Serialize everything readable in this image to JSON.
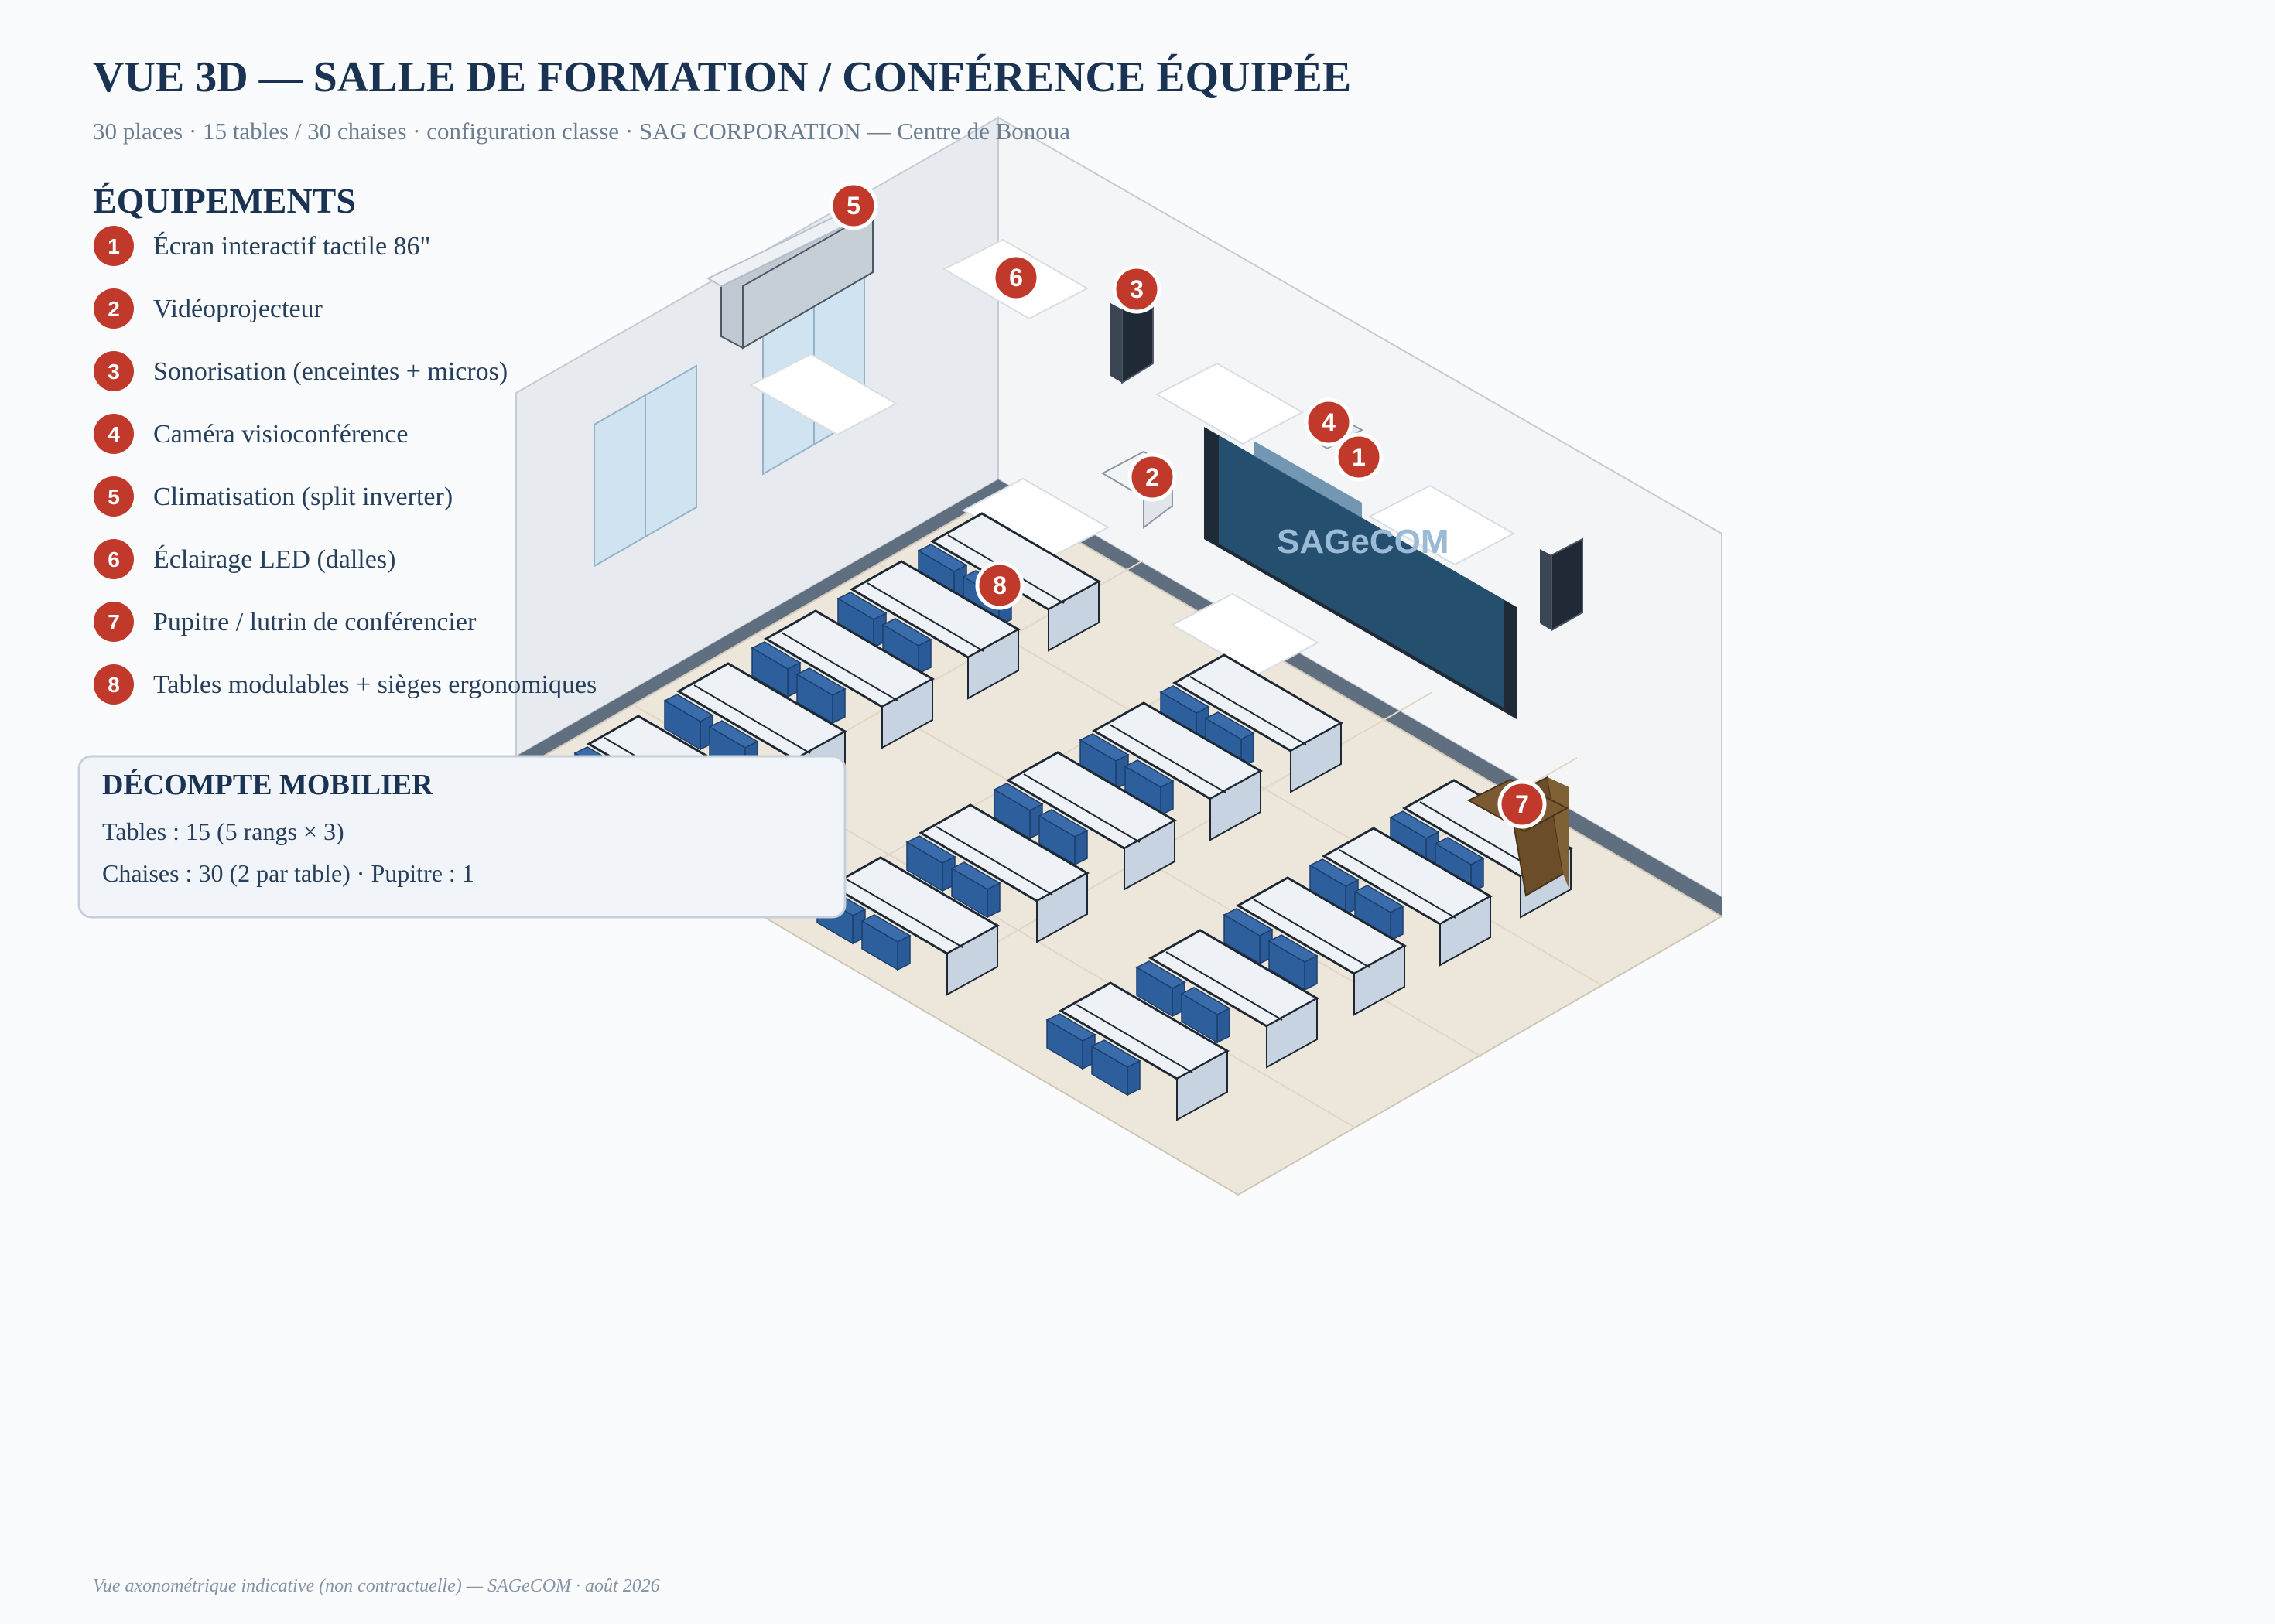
{
  "header": {
    "title": "VUE 3D — SALLE DE FORMATION / CONFÉRENCE ÉQUIPÉE",
    "subtitle": "30 places · 15 tables / 30 chaises · configuration classe · SAG CORPORATION — Centre de Bonoua"
  },
  "legend": {
    "title": "ÉQUIPEMENTS",
    "items": [
      {
        "num": "1",
        "label": "Écran interactif tactile 86\""
      },
      {
        "num": "2",
        "label": "Vidéoprojecteur"
      },
      {
        "num": "3",
        "label": "Sonorisation (enceintes + micros)"
      },
      {
        "num": "4",
        "label": "Caméra visioconférence"
      },
      {
        "num": "5",
        "label": "Climatisation (split inverter)"
      },
      {
        "num": "6",
        "label": "Éclairage LED (dalles)"
      },
      {
        "num": "7",
        "label": "Pupitre / lutrin de conférencier"
      },
      {
        "num": "8",
        "label": "Tables modulables + sièges ergonomiques"
      }
    ]
  },
  "callouts": [
    "5",
    "6",
    "3",
    "4",
    "1",
    "2",
    "8",
    "7"
  ],
  "screen": {
    "brand": "SAGeCOM"
  },
  "furniture_card": {
    "title": "DÉCOMPTE MOBILIER",
    "line1": "Tables : 15 (5 rangs × 3)",
    "line2": "Chaises : 30 (2 par table) · Pupitre : 1"
  },
  "footer": "Vue axonométrique indicative (non contractuelle) — SAGeCOM · août 2026",
  "colors": {
    "accent_red": "#c0392b",
    "navy": "#1a3353",
    "floor": "#ede6da",
    "chair_blue": "#2a5a98",
    "screen_blue": "#254f6e",
    "lectern": "#7b5a33"
  }
}
